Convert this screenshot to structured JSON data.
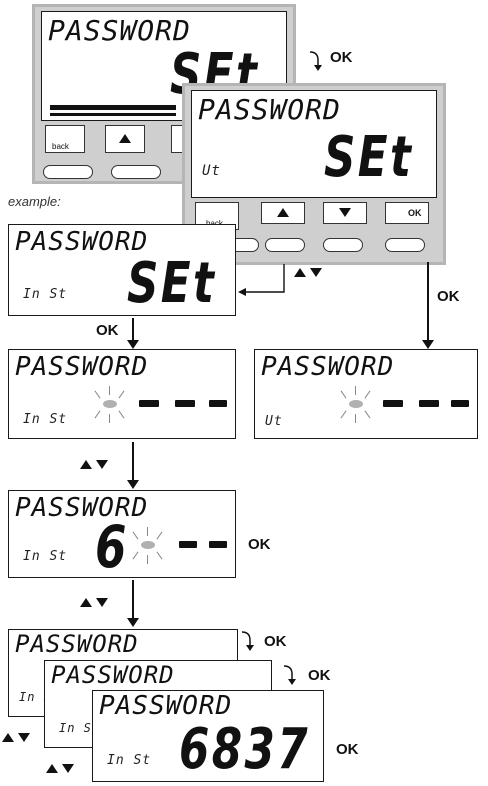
{
  "lcd": {
    "title": "PASSWORD",
    "set": "SEt",
    "inst": "In St",
    "ut": "Ut",
    "dashes": "- - -",
    "digit": "6",
    "code": "6837"
  },
  "buttons": {
    "back": "back",
    "ok": "OK"
  },
  "labels": {
    "ok": "OK",
    "example": "example:"
  }
}
